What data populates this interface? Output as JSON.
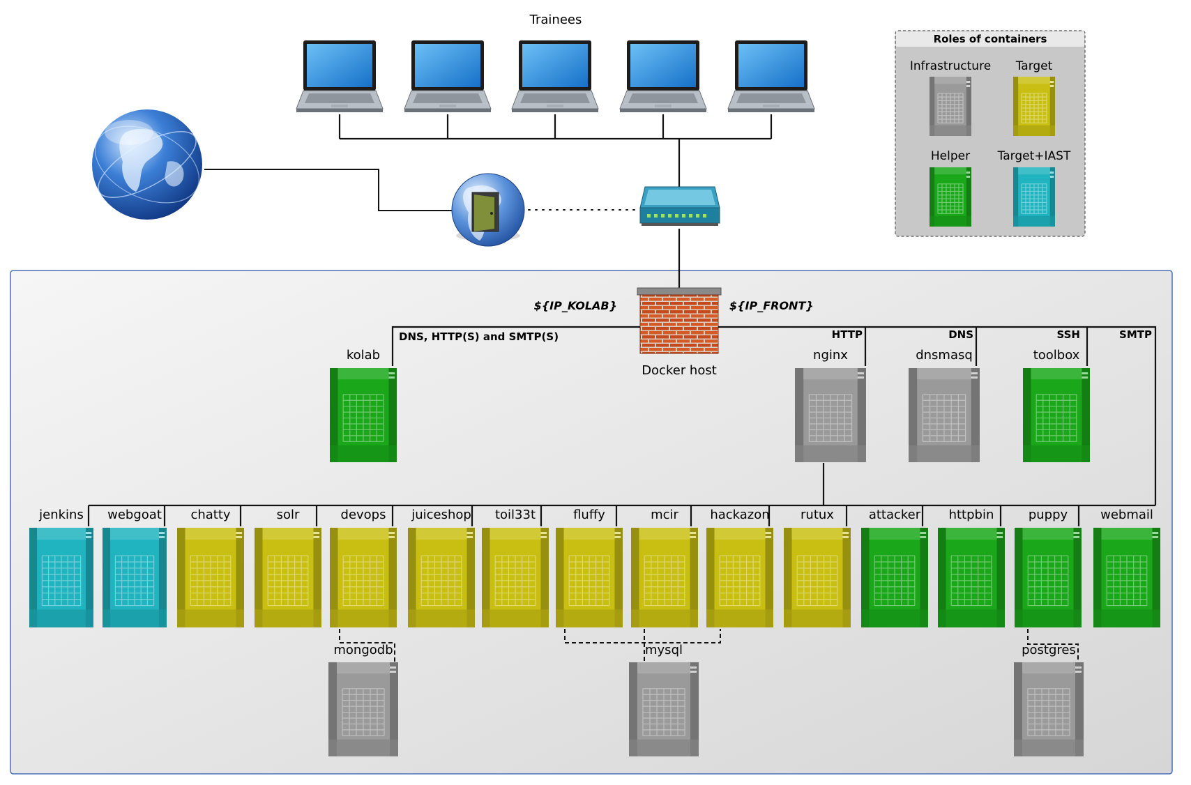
{
  "title": "Trainees",
  "legend": {
    "title": "Roles of containers",
    "items": [
      {
        "label": "Infrastructure",
        "role": "infra"
      },
      {
        "label": "Target",
        "role": "target"
      },
      {
        "label": "Helper",
        "role": "helper"
      },
      {
        "label": "Target+IAST",
        "role": "iast"
      }
    ]
  },
  "network": {
    "ip_kolab": "${IP_KOLAB}",
    "ip_front": "${IP_FRONT}",
    "docker_host": "Docker host",
    "kolab_protocols": "DNS, HTTP(S) and SMTP(S)",
    "protocols": {
      "http": "HTTP",
      "dns": "DNS",
      "ssh": "SSH",
      "smtp": "SMTP"
    }
  },
  "containers": {
    "kolab": "kolab",
    "nginx": "nginx",
    "dnsmasq": "dnsmasq",
    "toolbox": "toolbox",
    "row": [
      "jenkins",
      "webgoat",
      "chatty",
      "solr",
      "devops",
      "juiceshop",
      "toil33t",
      "fluffy",
      "mcir",
      "hackazon",
      "rutux",
      "attacker",
      "httpbin",
      "puppy",
      "webmail"
    ],
    "mongodb": "mongodb",
    "mysql": "mysql",
    "postgres": "postgres"
  },
  "colors": {
    "infra": "#9a9a9a",
    "target": "#c9bf12",
    "helper": "#1aa81a",
    "iast": "#1fb4c0",
    "zone_border": "#4a6fb5"
  }
}
